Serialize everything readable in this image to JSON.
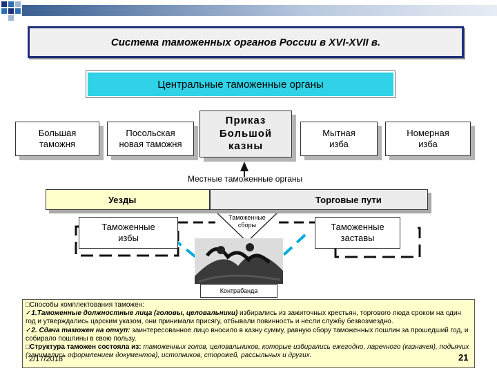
{
  "title": "Система таможенных органов России в XVI-XVII в.",
  "central": "Центральные таможенные органы",
  "central_nodes": {
    "bolshaya": [
      "Большая",
      "таможня"
    ],
    "posolskaya": [
      "Посольская",
      "новая таможня"
    ],
    "prikaz": [
      "Приказ",
      "Большой",
      "казны"
    ],
    "mytnaya": [
      "Мытная",
      "изба"
    ],
    "nomernaya": [
      "Номерная",
      "изба"
    ]
  },
  "local_label": "Местные таможенные органы",
  "uezdy": "Уезды",
  "torgovye_puti": "Торговые пути",
  "izby": [
    "Таможенные",
    "избы"
  ],
  "sbory": [
    "Таможенные",
    "сборы"
  ],
  "zastavy": [
    "Таможенные",
    "заставы"
  ],
  "kontrabanda": "Контрабанда",
  "bottom_text": {
    "l1": "Способы комплектования таможен:",
    "l2_head": "1.Таможенные должностные лица (головы, целовальники)",
    "l2_rest": " избирались из зажиточных крестьян, торгового люда сроком на один год и утверждались царским указом, они принимали присягу, отбывали повинность и несли службу безвозмездно.",
    "l3_head": "2. Сдача таможен на откуп:",
    "l3_rest": " заинтересованное лицо вносило в казну сумму, равную сбору таможенных пошлин за прошедший год, и собирало пошлины в свою пользу.",
    "l4_head": "Структура таможен состояла из:",
    "l4_rest": " таможенных голов, целовальников, которые избирались ежегодно, ларечного (казначея), подьячих (занимались оформлением документов), истопников, сторожей, рассыльных и других."
  },
  "date": "2/17/2018",
  "page_number": "21",
  "colors": {
    "title_border": "#1f2f7a",
    "central_fill": "#2fd2e6",
    "uezdy_fill": "#ffffcc",
    "arrow": "#00aadd",
    "bottom_fill": "#ffffcc"
  }
}
